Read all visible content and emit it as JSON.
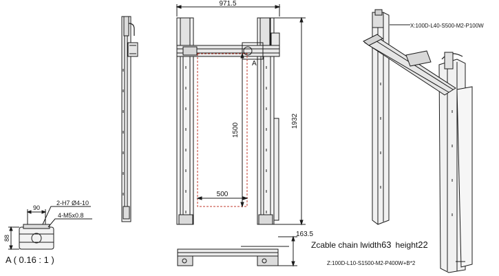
{
  "dimensions": {
    "top_width": "971.5",
    "overall_height": "1932",
    "inner_height": "1500",
    "inner_width": "500",
    "plan_height": "163.5",
    "detail_width": "90",
    "detail_height": "88"
  },
  "labels": {
    "x_axis_model": "X:100D-L40-S500-M2-P100W",
    "z_axis_model": "Z:100D-L10-S1500-M2-P400W+B*2",
    "bore_callout": "2-H7 Ø4-10",
    "thread_callout": "4-M5x0.8",
    "detail_scale": "A ( 0.16 : 1 )",
    "marker_a": "A"
  },
  "cable": {
    "prefix": "Zcable chain lwidth",
    "width": "63",
    "height_word": "height",
    "height": "22"
  },
  "colors": {
    "line": "#1a1a1a",
    "hidden": "#c0392b",
    "fill_light": "#e4e4e4",
    "fill_mid": "#c8c8c8"
  }
}
